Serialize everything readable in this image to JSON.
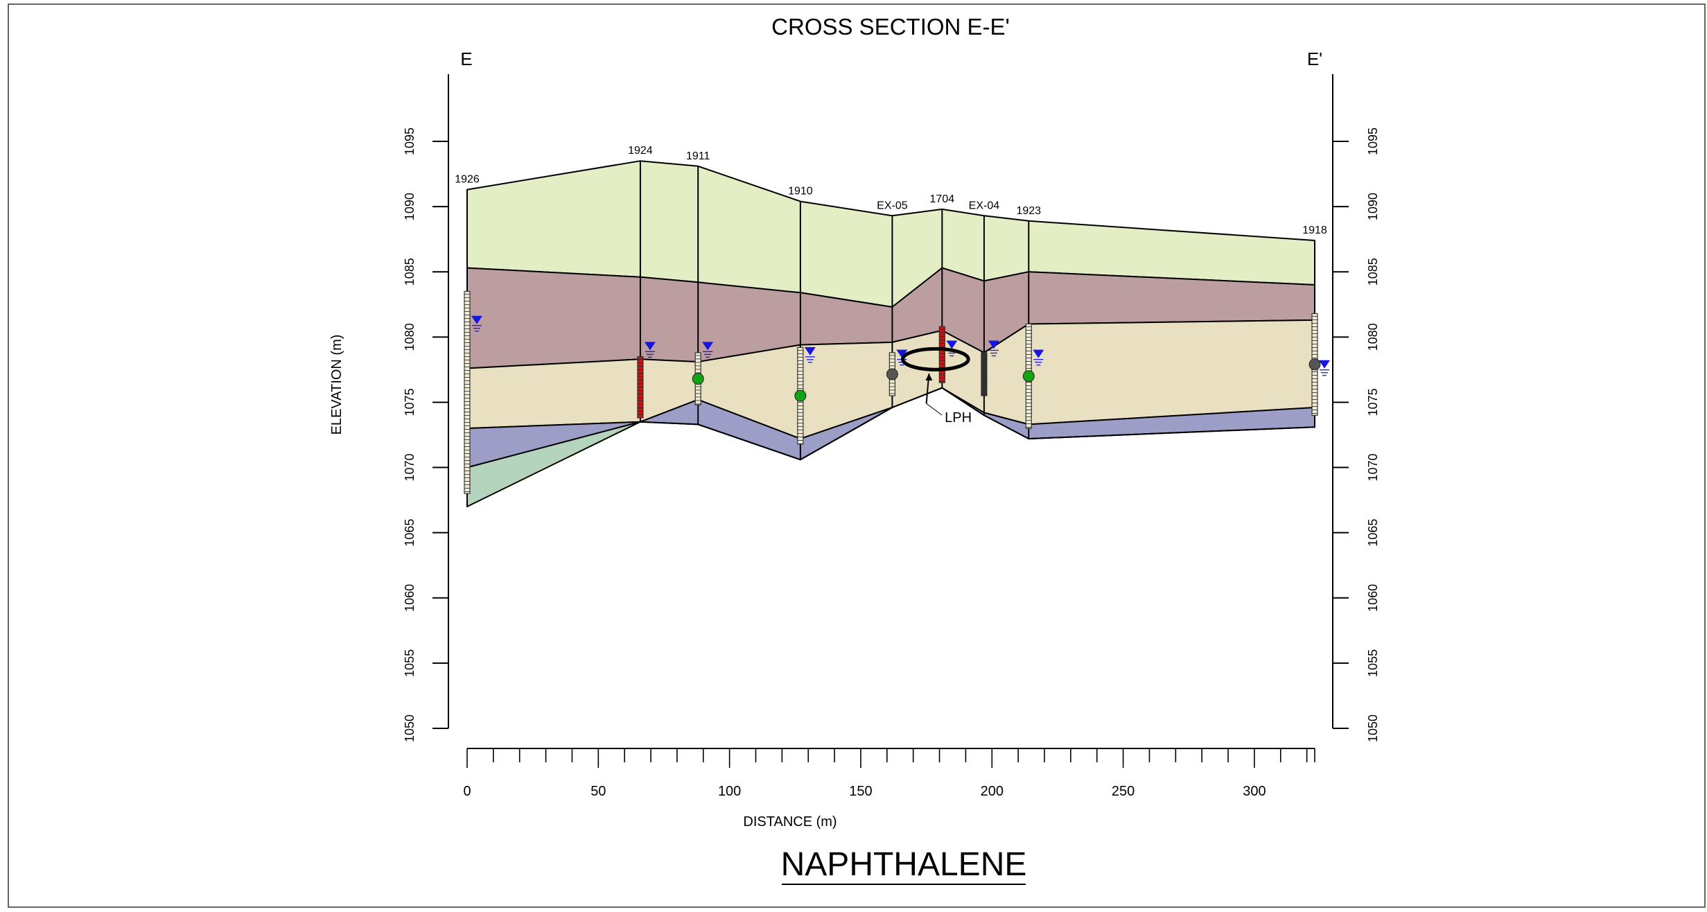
{
  "title": "CROSS SECTION E-E'",
  "subtitle": "NAPHTHALENE",
  "section_ends": {
    "start": "E",
    "end": "E'"
  },
  "chart_data": {
    "type": "cross-section",
    "xlabel": "DISTANCE (m)",
    "ylabel": "ELEVATION (m)",
    "xlim": [
      0,
      325
    ],
    "ylim": [
      1050,
      1100
    ],
    "x_ticks": [
      "0",
      "50",
      "100",
      "150",
      "200",
      "250",
      "300"
    ],
    "y_ticks": [
      "1050",
      "1055",
      "1060",
      "1065",
      "1070",
      "1075",
      "1080",
      "1085",
      "1090",
      "1095"
    ],
    "boreholes": [
      {
        "name": "1926",
        "x": 0,
        "top": 1091.3,
        "bottom": 1067,
        "screen": [
          1068,
          1083.5
        ],
        "screen_type": "plain",
        "water": 1081.2,
        "point": null
      },
      {
        "name": "1924",
        "x": 66,
        "top": 1093.5,
        "bottom": 1073.5,
        "screen": [
          1073.8,
          1078.5
        ],
        "screen_type": "red",
        "water": 1079.2,
        "point": null
      },
      {
        "name": "1911",
        "x": 88,
        "top": 1093.1,
        "bottom": 1073.3,
        "screen": [
          1074.8,
          1078.8
        ],
        "screen_type": "plain",
        "water": 1079.2,
        "point": "green"
      },
      {
        "name": "1910",
        "x": 127,
        "top": 1090.4,
        "bottom": 1070.6,
        "screen": [
          1071.8,
          1079.2
        ],
        "screen_type": "plain",
        "water": 1078.8,
        "point": "green"
      },
      {
        "name": "EX-05",
        "x": 162,
        "top": 1089.3,
        "bottom": 1074.6,
        "screen": [
          1075.5,
          1078.8
        ],
        "screen_type": "plain",
        "water": 1078.6,
        "point": "gray"
      },
      {
        "name": "1704",
        "x": 181,
        "top": 1089.8,
        "bottom": 1076.1,
        "screen": [
          1076.5,
          1080.8
        ],
        "screen_type": "red",
        "water": 1079.3,
        "point": null
      },
      {
        "name": "EX-04",
        "x": 197,
        "top": 1089.3,
        "bottom": 1074,
        "screen": [
          1075.5,
          1078.8
        ],
        "screen_type": "black",
        "water": 1079.3,
        "point": null
      },
      {
        "name": "1923",
        "x": 214,
        "top": 1088.9,
        "bottom": 1072.2,
        "screen": [
          1073,
          1081
        ],
        "screen_type": "plain",
        "water": 1078.6,
        "point": "green"
      },
      {
        "name": "1918",
        "x": 323,
        "top": 1087.4,
        "bottom": 1073.1,
        "screen": [
          1074,
          1081.8
        ],
        "screen_type": "plain",
        "water": 1077.8,
        "point": "gray"
      }
    ],
    "layers": [
      {
        "color": "#e4eec4",
        "upper": [
          1091.3,
          1093.5,
          1093.1,
          1090.4,
          1089.3,
          1089.8,
          1089.3,
          1088.9,
          1087.4
        ],
        "lower": [
          1085.3,
          1084.6,
          1084.2,
          1083.4,
          1082.3,
          1085.3,
          1084.3,
          1085,
          1084
        ]
      },
      {
        "color": "#bd9ea0",
        "upper": [
          1085.3,
          1084.6,
          1084.2,
          1083.4,
          1082.3,
          1085.3,
          1084.3,
          1085,
          1084
        ],
        "lower": [
          1077.6,
          1078.3,
          1078.1,
          1079.4,
          1079.6,
          1080.5,
          1078.8,
          1081,
          1081.3
        ]
      },
      {
        "color": "#e8e0c1",
        "upper": [
          1077.6,
          1078.3,
          1078.1,
          1079.4,
          1079.6,
          1080.5,
          1078.8,
          1081,
          1081.3
        ],
        "lower": [
          1073,
          1073.5,
          1075.2,
          1072.2,
          1074.6,
          1076.1,
          1074.2,
          1073.3,
          1074.6
        ]
      },
      {
        "color": "#9d9ec8",
        "upper": [
          1073,
          1073.5,
          1075.2,
          1072.2,
          1074.6,
          1076.1,
          1074.2,
          1073.3,
          1074.6
        ],
        "lower": [
          1070,
          1073.5,
          1073.3,
          1070.6,
          1074.6,
          1076.1,
          1074,
          1072.2,
          1073.1
        ]
      },
      {
        "color": "#b5d4be",
        "upper": [
          1070,
          1073.5,
          1073.3,
          1070.6,
          1074.6,
          1076.1,
          1074,
          1072.2,
          1073.1
        ],
        "lower": [
          1067,
          1073.5,
          1073.3,
          1070.6,
          1074.6,
          1076.1,
          1074,
          1072.2,
          1073.1
        ]
      }
    ],
    "lph": {
      "label": "LPH",
      "x_range": [
        166,
        191
      ],
      "elevation": 1078.3,
      "label_x": 182,
      "label_y": 1073.8,
      "arrow_from": [
        175,
        1074.9
      ],
      "arrow_to": [
        176,
        1077.2
      ]
    }
  }
}
